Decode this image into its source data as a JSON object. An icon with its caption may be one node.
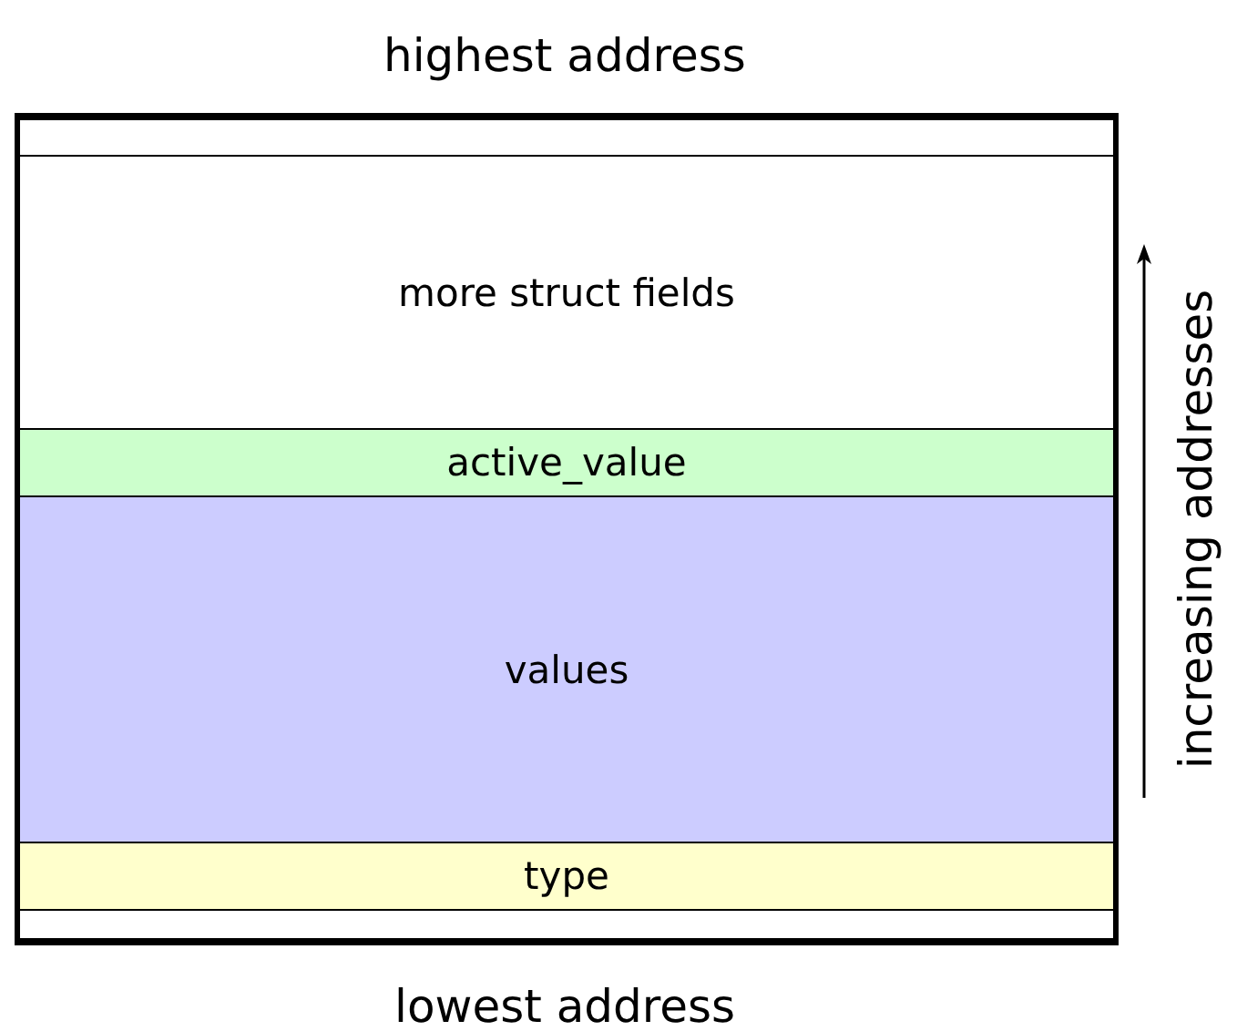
{
  "diagram": {
    "nodes": [
      {
        "text": [],
        "shape": "box"
      },
      {
        "text": [],
        "shape": "bar",
        "in": 0
      },
      {
        "text": [
          "more struct fields"
        ],
        "in": 0
      },
      {
        "text": [
          "active_value"
        ],
        "in": 0
      },
      {
        "text": [
          "values"
        ],
        "in": 0
      },
      {
        "text": [
          "type"
        ],
        "in": 0
      },
      {
        "text": [],
        "shape": "bar",
        "in": 0
      }
    ],
    "labels": [
      "highest address",
      "increasing addresses",
      "lowest address"
    ]
  }
}
